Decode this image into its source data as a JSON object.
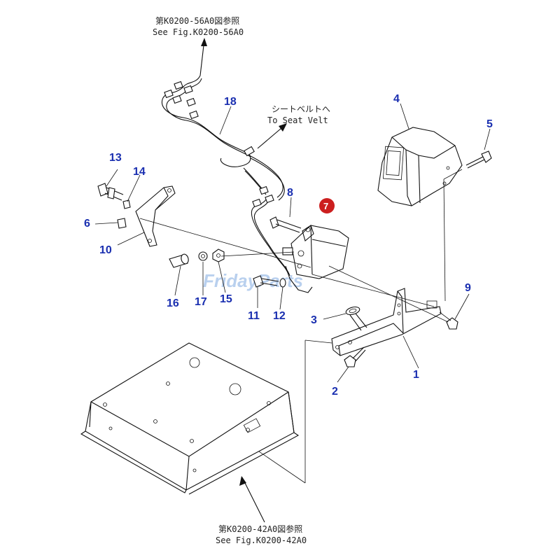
{
  "references": {
    "top_jp": "第K0200-56A0図参照",
    "top_en": "See Fig.K0200-56A0",
    "seat_jp": "シートベルトへ",
    "seat_en": "To Seat Velt",
    "bottom_jp": "第K0200-42A0図参照",
    "bottom_en": "See Fig.K0200-42A0"
  },
  "part_numbers": {
    "p1": "1",
    "p2": "2",
    "p3": "3",
    "p4": "4",
    "p5": "5",
    "p6": "6",
    "p7": "7",
    "p8": "8",
    "p9": "9",
    "p10": "10",
    "p11": "11",
    "p12": "12",
    "p13": "13",
    "p14": "14",
    "p15": "15",
    "p16": "16",
    "p17": "17",
    "p18": "18"
  },
  "highlighted_part": "7",
  "watermark": "FridayParts",
  "colors": {
    "label_blue": "#1a2fb0",
    "highlight_red": "#cc1f1f",
    "watermark_blue": "#3a7ad0",
    "line": "#111111"
  }
}
